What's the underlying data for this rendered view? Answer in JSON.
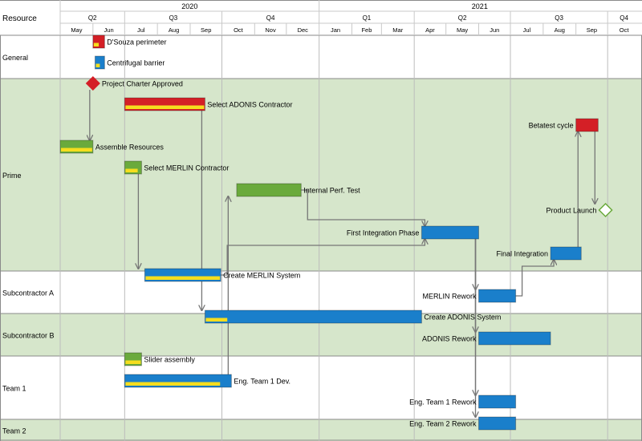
{
  "chart_data": {
    "type": "gantt",
    "resource_header": "Resource",
    "years": [
      {
        "label": "2020",
        "from": "2020-05",
        "to": "2020-12"
      },
      {
        "label": "2021",
        "from": "2021-01",
        "to": "2021-10"
      }
    ],
    "quarters": [
      {
        "label": "Q2",
        "from": "2020-05",
        "to": "2020-06"
      },
      {
        "label": "Q3",
        "from": "2020-07",
        "to": "2020-09"
      },
      {
        "label": "Q4",
        "from": "2020-10",
        "to": "2020-12"
      },
      {
        "label": "Q1",
        "from": "2021-01",
        "to": "2021-03"
      },
      {
        "label": "Q2",
        "from": "2021-04",
        "to": "2021-06"
      },
      {
        "label": "Q3",
        "from": "2021-07",
        "to": "2021-09"
      },
      {
        "label": "Q4",
        "from": "2021-10",
        "to": "2021-10"
      }
    ],
    "months": [
      "May",
      "Jun",
      "Jul",
      "Aug",
      "Sep",
      "Oct",
      "Nov",
      "Dec",
      "Jan",
      "Feb",
      "Mar",
      "Apr",
      "May",
      "Jun",
      "Jul",
      "Aug",
      "Sep",
      "Oct"
    ],
    "resources": [
      {
        "name": "General"
      },
      {
        "name": "Prime"
      },
      {
        "name": "Subcontractor A"
      },
      {
        "name": "Subcontractor B"
      },
      {
        "name": "Team 1"
      },
      {
        "name": "Team 2"
      }
    ],
    "tasks": [
      {
        "id": "t1",
        "label": "D'Souza perimeter",
        "resource": "General",
        "start": "2020-06-01",
        "end": "2020-06-12",
        "color": "#d41f26",
        "progress": 0.5
      },
      {
        "id": "t2",
        "label": "Centrifugal barrier",
        "resource": "General",
        "start": "2020-06-03",
        "end": "2020-06-12",
        "color": "#1a7fcb",
        "progress": 0.5
      },
      {
        "id": "m1",
        "label": "Project Charter Approved",
        "resource": "Prime",
        "milestone": "2020-06-01",
        "color": "#d41f26"
      },
      {
        "id": "t3",
        "label": "Select ADONIS Contractor",
        "resource": "Prime",
        "start": "2020-07-01",
        "end": "2020-09-15",
        "color": "#d41f26",
        "progress": 1.0
      },
      {
        "id": "t4",
        "label": "Betatest cycle",
        "resource": "Prime",
        "start": "2021-09-01",
        "end": "2021-09-22",
        "color": "#d41f26",
        "progress": 0
      },
      {
        "id": "t5",
        "label": "Assemble Resources",
        "resource": "Prime",
        "start": "2020-05-01",
        "end": "2020-06-01",
        "color": "#6aaa3c",
        "progress": 1.0
      },
      {
        "id": "t6",
        "label": "Select MERLIN Contractor",
        "resource": "Prime",
        "start": "2020-07-01",
        "end": "2020-07-17",
        "color": "#6aaa3c",
        "progress": 0.8
      },
      {
        "id": "t7",
        "label": "Internal Perf. Test",
        "resource": "Prime",
        "start": "2020-10-15",
        "end": "2020-12-15",
        "color": "#6aaa3c",
        "progress": 0
      },
      {
        "id": "m2",
        "label": "Product Launch",
        "resource": "Prime",
        "milestone": "2021-09-29",
        "color": "#6aaa3c"
      },
      {
        "id": "t8",
        "label": "First Integration Phase",
        "resource": "Prime",
        "start": "2021-04-08",
        "end": "2021-06-01",
        "color": "#1a7fcb",
        "progress": 0
      },
      {
        "id": "t9",
        "label": "Final Integration",
        "resource": "Prime",
        "start": "2021-08-08",
        "end": "2021-09-06",
        "color": "#1a7fcb",
        "progress": 0
      },
      {
        "id": "t10",
        "label": "Create MERLIN System",
        "resource": "Subcontractor A",
        "start": "2020-07-20",
        "end": "2020-09-30",
        "color": "#1a7fcb",
        "progress": 1.0
      },
      {
        "id": "t11",
        "label": "MERLIN Rework",
        "resource": "Subcontractor A",
        "start": "2021-06-01",
        "end": "2021-07-06",
        "color": "#1a7fcb",
        "progress": 0
      },
      {
        "id": "t12",
        "label": "Create ADONIS System",
        "resource": "Subcontractor B",
        "start": "2020-09-15",
        "end": "2021-04-08",
        "color": "#1a7fcb",
        "progress": 0.1
      },
      {
        "id": "t13",
        "label": "ADONIS Rework",
        "resource": "Subcontractor B",
        "start": "2021-06-01",
        "end": "2021-08-08",
        "color": "#1a7fcb",
        "progress": 0
      },
      {
        "id": "t14",
        "label": "Slider assembly",
        "resource": "Team 1",
        "start": "2020-07-01",
        "end": "2020-07-17",
        "color": "#6aaa3c",
        "progress": 1.0
      },
      {
        "id": "t15",
        "label": "Eng. Team 1 Dev.",
        "resource": "Team 1",
        "start": "2020-07-01",
        "end": "2020-10-10",
        "color": "#1a7fcb",
        "progress": 0.9
      },
      {
        "id": "t16",
        "label": "Eng. Team 1 Rework",
        "resource": "Team 1",
        "start": "2021-06-01",
        "end": "2021-07-06",
        "color": "#1a7fcb",
        "progress": 0
      },
      {
        "id": "t17",
        "label": "Eng. Team 2 Rework",
        "resource": "Team 2",
        "start": "2021-06-01",
        "end": "2021-07-06",
        "color": "#1a7fcb",
        "progress": 0
      }
    ],
    "dependencies": [
      {
        "from": "m1",
        "to": "t5"
      },
      {
        "from": "t3",
        "to": "t12"
      },
      {
        "from": "t6",
        "to": "t10"
      },
      {
        "from": "t10",
        "to": "t8"
      },
      {
        "from": "t15",
        "to": "t7"
      },
      {
        "from": "t7",
        "to": "t8"
      },
      {
        "from": "t8",
        "to": "t11"
      },
      {
        "from": "t8",
        "to": "t13"
      },
      {
        "from": "t8",
        "to": "t16"
      },
      {
        "from": "t8",
        "to": "t17"
      },
      {
        "from": "t11",
        "to": "t9"
      },
      {
        "from": "t9",
        "to": "t4"
      },
      {
        "from": "t4",
        "to": "m2"
      }
    ],
    "colors": {
      "band_shaded": "#d6e6cb",
      "band_plain": "#ffffff",
      "progress": "#f5dd1e",
      "arrow": "#767676",
      "grid": "#c9c9c9"
    }
  }
}
